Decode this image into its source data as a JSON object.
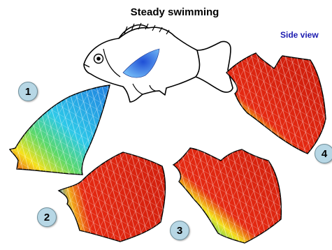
{
  "title": "Steady swimming",
  "view_label": "Side view",
  "stages": [
    {
      "number": "1"
    },
    {
      "number": "2"
    },
    {
      "number": "3"
    },
    {
      "number": "4"
    }
  ],
  "colors": {
    "view_label": "#1b1bb0",
    "badge_fill": "#b7d7e5",
    "fin_pressure_high": "#e52a12",
    "fin_pressure_low": "#2aa7e6",
    "mesh_line": "#ffffff"
  },
  "icons": [
    "fish-outline-icon",
    "pectoral-fin-highlight-icon"
  ]
}
